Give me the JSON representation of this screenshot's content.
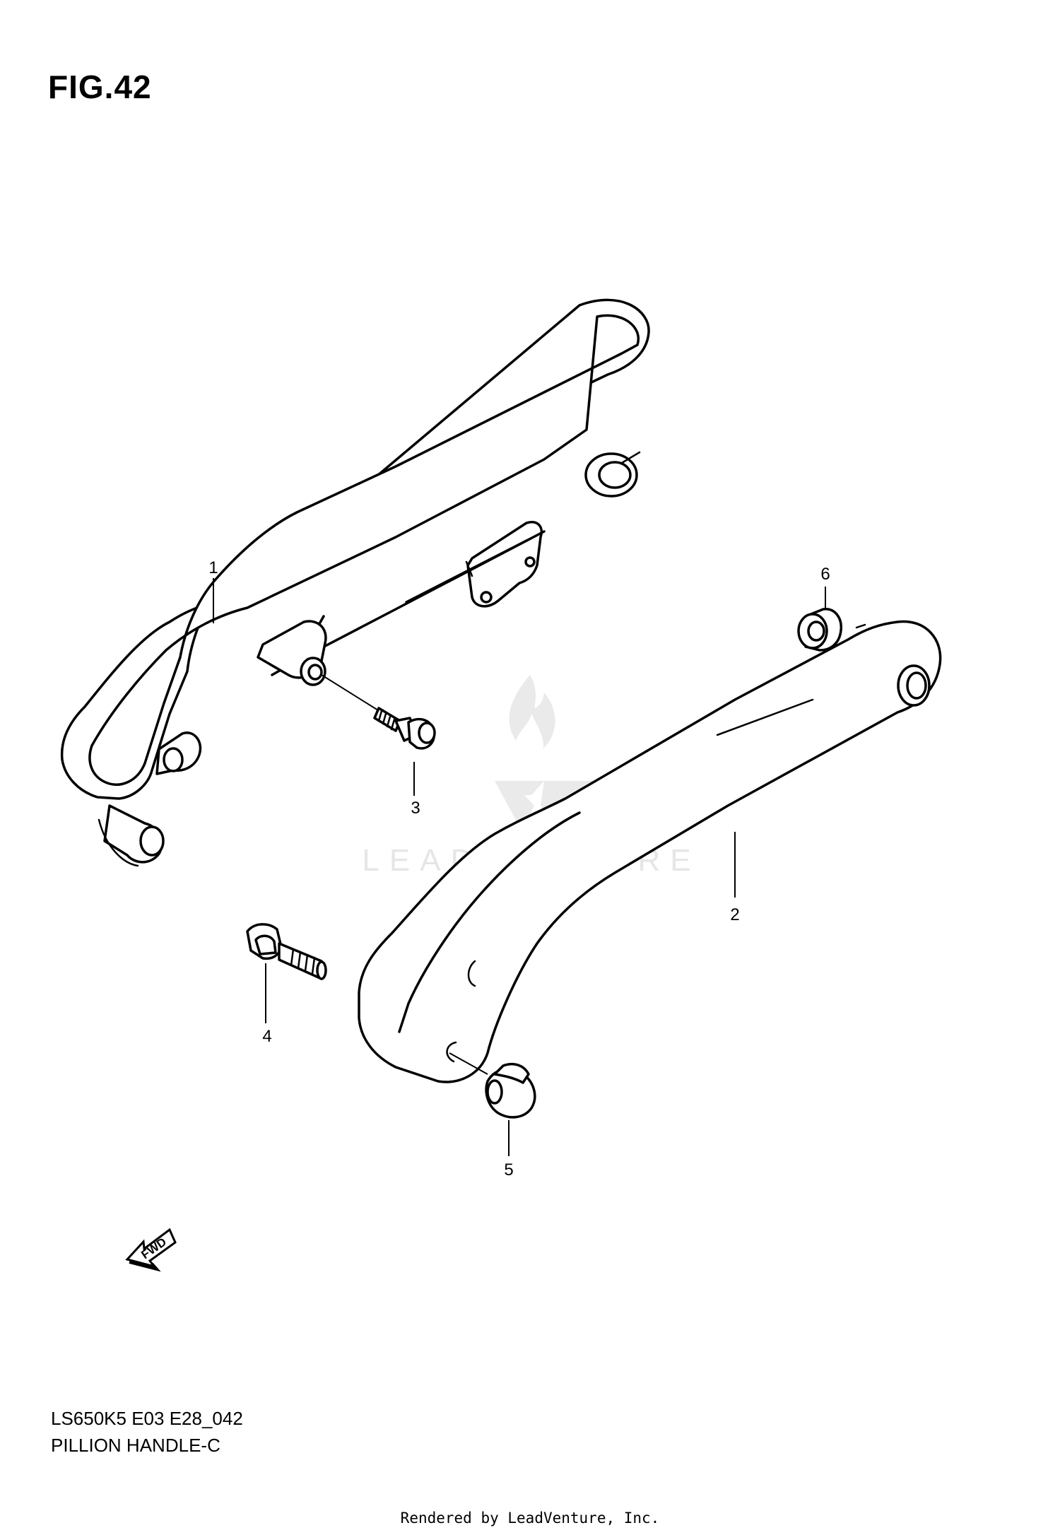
{
  "figure": {
    "title": "FIG.42"
  },
  "callouts": {
    "part_1": "1",
    "part_2": "2",
    "part_3": "3",
    "part_4": "4",
    "part_5": "5",
    "part_6": "6"
  },
  "fwd_arrow": {
    "label": "FWD",
    "icon": "fwd-arrow-icon"
  },
  "watermark": {
    "text": "LEADVENTURE",
    "icon": "flame-v-logo-icon",
    "color": "#e6e6e6"
  },
  "footer": {
    "code": "LS650K5 E03 E28_042",
    "name": "PILLION HANDLE-C"
  },
  "rendered_by": "Rendered by LeadVenture, Inc."
}
